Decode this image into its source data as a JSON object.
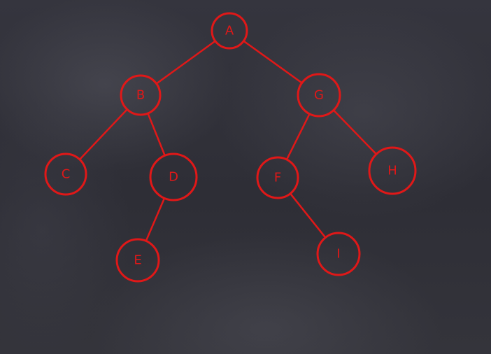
{
  "diagram": {
    "type": "binary-tree",
    "stroke_color": "#e01818",
    "nodes": [
      {
        "id": "A",
        "label": "A"
      },
      {
        "id": "B",
        "label": "B"
      },
      {
        "id": "G",
        "label": "G"
      },
      {
        "id": "C",
        "label": "C"
      },
      {
        "id": "D",
        "label": "D"
      },
      {
        "id": "F",
        "label": "F"
      },
      {
        "id": "H",
        "label": "H"
      },
      {
        "id": "E",
        "label": "E"
      },
      {
        "id": "I",
        "label": "I"
      }
    ],
    "edges": [
      {
        "from": "A",
        "to": "B"
      },
      {
        "from": "A",
        "to": "G"
      },
      {
        "from": "B",
        "to": "C"
      },
      {
        "from": "B",
        "to": "D"
      },
      {
        "from": "D",
        "to": "E"
      },
      {
        "from": "G",
        "to": "F"
      },
      {
        "from": "G",
        "to": "H"
      },
      {
        "from": "F",
        "to": "I"
      }
    ]
  }
}
